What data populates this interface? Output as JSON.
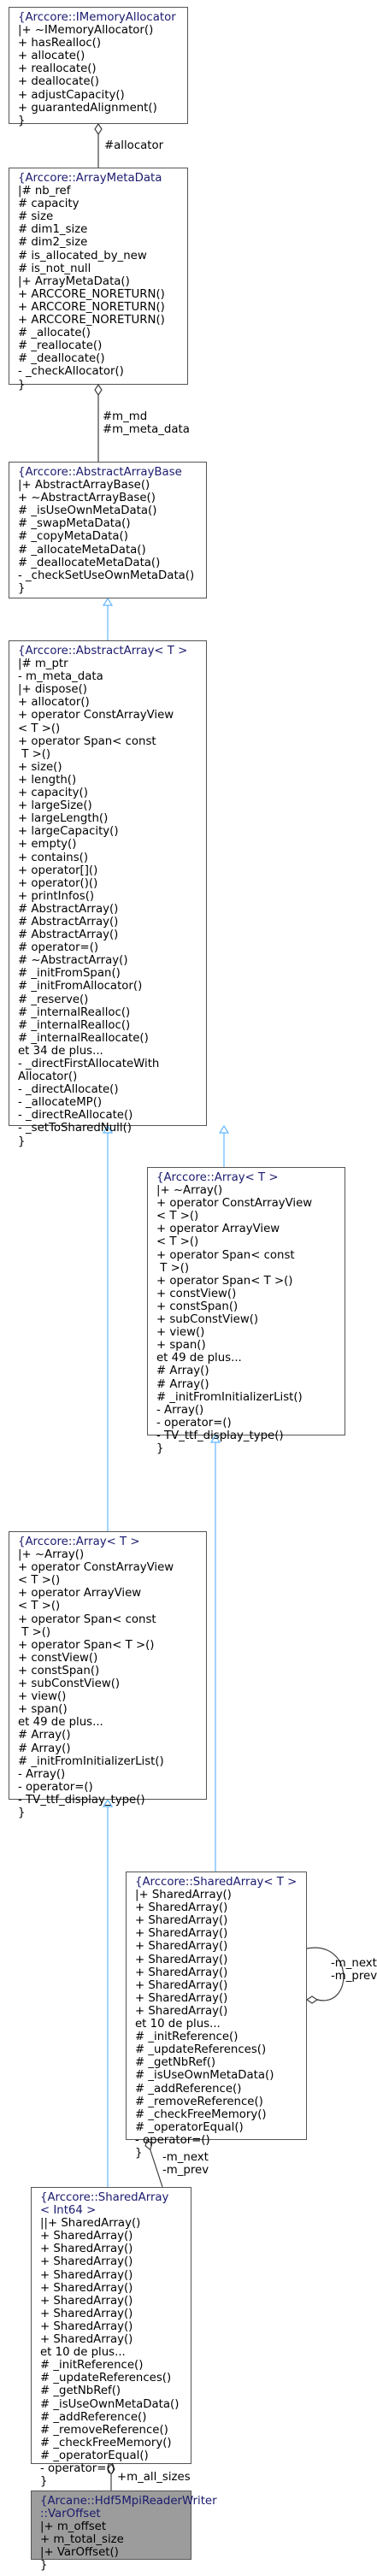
{
  "nodes": {
    "imemory": {
      "title": [
        "Arccore::IMemoryAllocator"
      ],
      "members": [
        "|+ ~IMemoryAllocator()",
        "+ hasRealloc()",
        "+ allocate()",
        "+ reallocate()",
        "+ deallocate()",
        "+ adjustCapacity()",
        "+ guarantedAlignment()",
        "}"
      ]
    },
    "arraymeta": {
      "title": [
        "Arccore::ArrayMetaData"
      ],
      "members": [
        "|# nb_ref",
        "# capacity",
        "# size",
        "# dim1_size",
        "# dim2_size",
        "# is_allocated_by_new",
        "# is_not_null",
        "|+ ArrayMetaData()",
        "+ ARCCORE_NORETURN()",
        "+ ARCCORE_NORETURN()",
        "+ ARCCORE_NORETURN()",
        "# _allocate()",
        "# _reallocate()",
        "# _deallocate()",
        "- _checkAllocator()",
        "}"
      ]
    },
    "abstractbase": {
      "title": [
        "Arccore::AbstractArrayBase"
      ],
      "members": [
        "|+ AbstractArrayBase()",
        "+ ~AbstractArrayBase()",
        "# _isUseOwnMetaData()",
        "# _swapMetaData()",
        "# _copyMetaData()",
        "# _allocateMetaData()",
        "# _deallocateMetaData()",
        "- _checkSetUseOwnMetaData()",
        "}"
      ]
    },
    "abstractarray": {
      "title": [
        "Arccore::AbstractArray< T >"
      ],
      "members": [
        "|# m_ptr",
        "- m_meta_data",
        "|+ dispose()",
        "+ allocator()",
        "+ operator ConstArrayView",
        "< T >()",
        "+ operator Span< const",
        " T >()",
        "+ size()",
        "+ length()",
        "+ capacity()",
        "+ largeSize()",
        "+ largeLength()",
        "+ largeCapacity()",
        "+ empty()",
        "+ contains()",
        "+ operator[]()",
        "+ operator()()",
        "+ printInfos()",
        "# AbstractArray()",
        "# AbstractArray()",
        "# AbstractArray()",
        "# operator=()",
        "# ~AbstractArray()",
        "# _initFromSpan()",
        "# _initFromAllocator()",
        "# _reserve()",
        "# _internalRealloc()",
        "# _internalRealloc()",
        "# _internalReallocate()",
        "et 34 de plus...",
        "- _directFirstAllocateWith",
        "Allocator()",
        "- _directAllocate()",
        "- _allocateMP()",
        "- _directReAllocate()",
        "- _setToSharedNull()",
        "}"
      ]
    },
    "arrayright": {
      "title": [
        "Arccore::Array< T >"
      ],
      "members": [
        "|+ ~Array()",
        "+ operator ConstArrayView",
        "< T >()",
        "+ operator ArrayView",
        "< T >()",
        "+ operator Span< const",
        " T >()",
        "+ operator Span< T >()",
        "+ constView()",
        "+ constSpan()",
        "+ subConstView()",
        "+ view()",
        "+ span()",
        "et 49 de plus...",
        "# Array()",
        "# Array()",
        "# _initFromInitializerList()",
        "- Array()",
        "- operator=()",
        "- TV_ttf_display_type()",
        "}"
      ]
    },
    "arrayleft": {
      "title": [
        "Arccore::Array< T >"
      ],
      "members": [
        "|+ ~Array()",
        "+ operator ConstArrayView",
        "< T >()",
        "+ operator ArrayView",
        "< T >()",
        "+ operator Span< const",
        " T >()",
        "+ operator Span< T >()",
        "+ constView()",
        "+ constSpan()",
        "+ subConstView()",
        "+ view()",
        "+ span()",
        "et 49 de plus...",
        "# Array()",
        "# Array()",
        "# _initFromInitializerList()",
        "- Array()",
        "- operator=()",
        "- TV_ttf_display_type()",
        "}"
      ]
    },
    "sharedarray": {
      "title": [
        "Arccore::SharedArray< T >"
      ],
      "members": [
        "|+ SharedArray()",
        "+ SharedArray()",
        "+ SharedArray()",
        "+ SharedArray()",
        "+ SharedArray()",
        "+ SharedArray()",
        "+ SharedArray()",
        "+ SharedArray()",
        "+ SharedArray()",
        "+ SharedArray()",
        "et 10 de plus...",
        "# _initReference()",
        "# _updateReferences()",
        "# _getNbRef()",
        "# _isUseOwnMetaData()",
        "# _addReference()",
        "# _removeReference()",
        "# _checkFreeMemory()",
        "# _operatorEqual()",
        "- operator=()",
        "}"
      ]
    },
    "sharedint64": {
      "title": [
        "Arccore::SharedArray",
        "< Int64 >"
      ],
      "members": [
        "||+ SharedArray()",
        "+ SharedArray()",
        "+ SharedArray()",
        "+ SharedArray()",
        "+ SharedArray()",
        "+ SharedArray()",
        "+ SharedArray()",
        "+ SharedArray()",
        "+ SharedArray()",
        "+ SharedArray()",
        "et 10 de plus...",
        "# _initReference()",
        "# _updateReferences()",
        "# _getNbRef()",
        "# _isUseOwnMetaData()",
        "# _addReference()",
        "# _removeReference()",
        "# _checkFreeMemory()",
        "# _operatorEqual()",
        "- operator=()",
        "}"
      ]
    },
    "varoffset": {
      "title": [
        "Arcane::Hdf5MpiReaderWriter",
        "::VarOffset"
      ],
      "members": [
        "|+ m_offset",
        "+ m_total_size",
        "|+ VarOffset()",
        "}"
      ]
    }
  },
  "edge_labels": {
    "allocator": [
      "#allocator"
    ],
    "md": [
      "#m_md",
      "#m_meta_data"
    ],
    "next_prev_shared": [
      "-m_next",
      "-m_prev"
    ],
    "next_prev_self": [
      "-m_next",
      "-m_prev"
    ],
    "all_sizes": [
      "+m_all_sizes"
    ]
  },
  "colors": {
    "inheritance": "#63b8ff",
    "association": "#404040",
    "highlight": "#9c9c9c",
    "border": "#555555"
  }
}
